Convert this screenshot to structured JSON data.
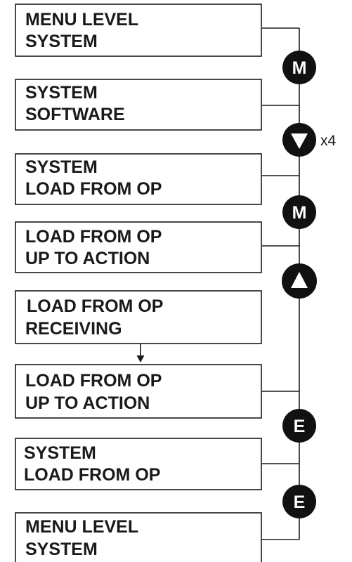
{
  "screens": [
    {
      "line1": "MENU LEVEL",
      "line2": "SYSTEM"
    },
    {
      "line1": "SYSTEM",
      "line2": "SOFTWARE"
    },
    {
      "line1": "SYSTEM",
      "line2": "LOAD FROM OP"
    },
    {
      "line1": "LOAD FROM OP",
      "line2": "UP TO ACTION"
    },
    {
      "line1": "LOAD FROM OP",
      "line2": "RECEIVING"
    },
    {
      "line1": "LOAD FROM OP",
      "line2": "UP TO ACTION"
    },
    {
      "line1": "SYSTEM",
      "line2": "LOAD FROM OP"
    },
    {
      "line1": "MENU LEVEL",
      "line2": "SYSTEM"
    }
  ],
  "keys": [
    {
      "type": "menu-key",
      "label": "M"
    },
    {
      "type": "down-key",
      "label": "",
      "repeat": "x4"
    },
    {
      "type": "menu-key",
      "label": "M"
    },
    {
      "type": "up-key",
      "label": ""
    },
    {
      "type": "escape-key",
      "label": "E"
    },
    {
      "type": "escape-key",
      "label": "E"
    }
  ],
  "colors": {
    "line": "#1a1a1a",
    "key_fill": "#111111",
    "key_symbol": "#ffffff"
  }
}
